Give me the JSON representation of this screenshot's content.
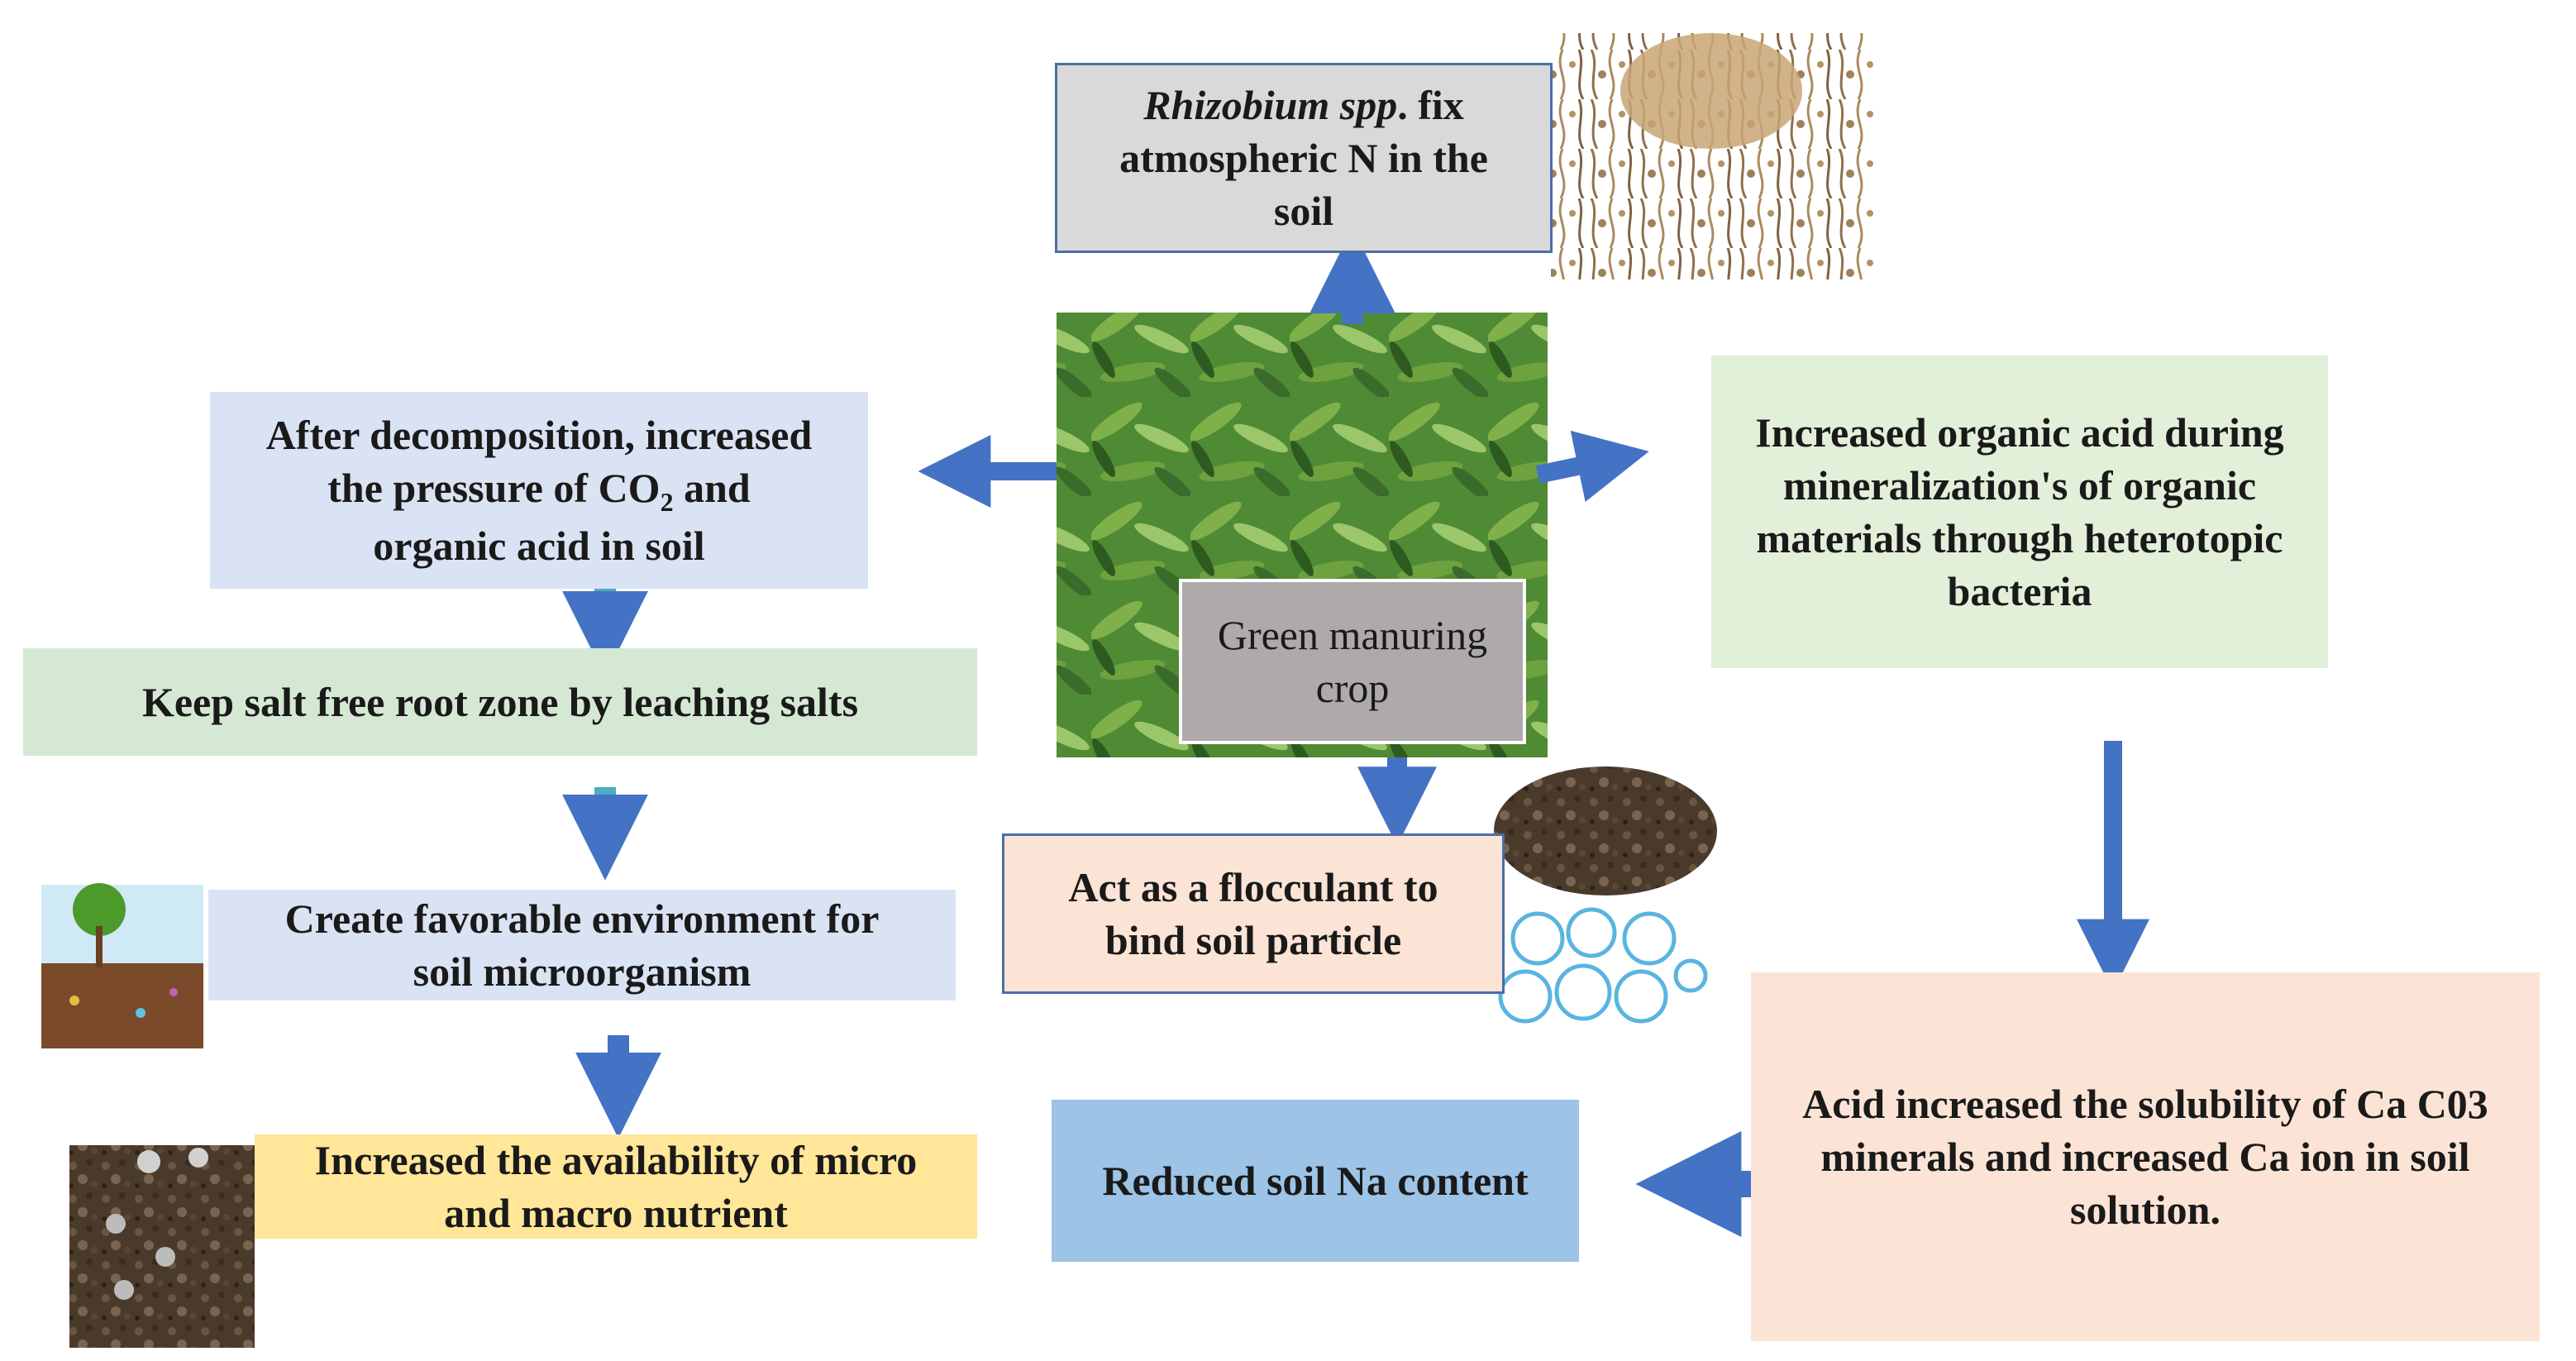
{
  "boxes": {
    "rhizobium": {
      "line1_italic": "Rhizobium spp",
      "line1_rest": ". fix",
      "line2": "atmospheric N in the",
      "line3": "soil"
    },
    "decomposition": {
      "line1": "After decomposition,  increased",
      "line2_pre": "the pressure of CO",
      "line2_sub": "2",
      "line2_post": " and",
      "line3": "organic acid in soil"
    },
    "keep_salt_free": "Keep salt free  root zone by leaching salts",
    "favorable_env": {
      "line1": "Create favorable environment for",
      "line2": "soil microorganism"
    },
    "availability": {
      "line1": "Increased the availability of micro",
      "line2": "and macro nutrient"
    },
    "green_manuring": {
      "line1": "Green manuring",
      "line2": "crop"
    },
    "organic_acid": {
      "line1": "Increased organic acid during",
      "line2": "mineralization's of organic",
      "line3": "materials through heterotopic",
      "line4": "bacteria"
    },
    "flocculant": {
      "line1": "Act as a flocculant to",
      "line2": "bind soil particle"
    },
    "acid_solubility": {
      "line1": "Acid increased the solubility of Ca C03",
      "line2": "minerals and increased Ca ion in soil",
      "line3": "solution."
    },
    "reduced_na": "Reduced soil Na content"
  },
  "colors": {
    "blue_box": "#dae3f3",
    "green_box": "#d5e8d4",
    "light_green_box": "#e2efd9",
    "yellow_box": "#ffe699",
    "peach_box": "#fbe4d5",
    "gray_box": "#d9d9d9",
    "mid_gray_box": "#aeaaaa",
    "steel_blue_box": "#9dc3e6",
    "arrow": "#4472c4",
    "leaf_dark": "#3a6b2a",
    "leaf_light": "#7fb04a"
  }
}
